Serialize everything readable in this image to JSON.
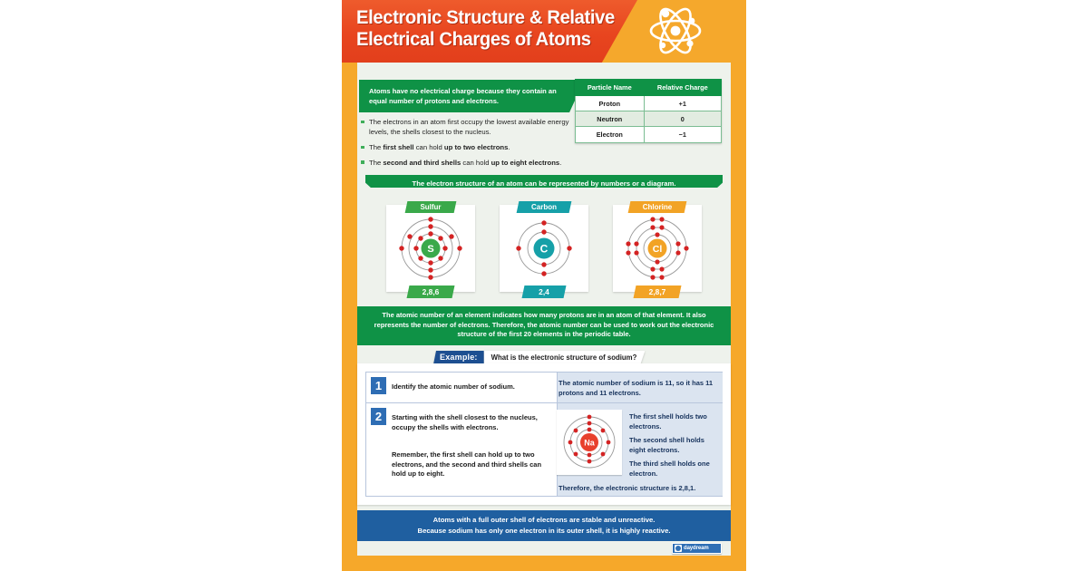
{
  "header": {
    "title_line1": "Electronic Structure & Relative",
    "title_line2": "Electrical Charges of Atoms",
    "icon": "atom-icon"
  },
  "intro": {
    "callout": "Atoms have no electrical charge because they contain an equal number of protons and electrons.",
    "bullets": [
      {
        "pre": "The electrons in an atom first occupy the lowest available energy levels, the shells closest to the nucleus.",
        "bold": "",
        "post": ""
      },
      {
        "pre": "The ",
        "bold": "first shell",
        "mid": " can hold ",
        "bold2": "up to two electrons",
        "post": "."
      },
      {
        "pre": "The ",
        "bold": "second and third shells",
        "mid": " can hold ",
        "bold2": "up to eight electrons",
        "post": "."
      }
    ]
  },
  "table": {
    "headers": [
      "Particle Name",
      "Relative Charge"
    ],
    "rows": [
      [
        "Proton",
        "+1"
      ],
      [
        "Neutron",
        "0"
      ],
      [
        "Electron",
        "−1"
      ]
    ]
  },
  "strip": {
    "text": "The electron structure of an atom can be represented by numbers or a diagram."
  },
  "elements": [
    {
      "name": "Sulfur",
      "symbol": "S",
      "config": "2,8,6",
      "color": "#3aa94a",
      "shells": [
        2,
        8,
        6
      ]
    },
    {
      "name": "Carbon",
      "symbol": "C",
      "config": "2,4",
      "color": "#16a0a8",
      "shells": [
        2,
        4
      ]
    },
    {
      "name": "Chlorine",
      "symbol": "Cl",
      "config": "2,8,7",
      "color": "#f2a325",
      "shells": [
        2,
        8,
        7
      ]
    }
  ],
  "green_paragraph": "The atomic number of an element indicates how many protons are in an atom of that element. It also represents the number of electrons. Therefore, the atomic number can be used to work out the electronic structure of the first 20 elements in the periodic table.",
  "example": {
    "label": "Example:",
    "question": "What is the electronic structure of sodium?",
    "step1": {
      "number": "1",
      "instruction": "Identify the atomic number of sodium.",
      "answer": "The atomic number of sodium is 11, so it has 11 protons and 11 electrons."
    },
    "step2": {
      "number": "2",
      "instruction": "Starting with the shell closest to the nucleus, occupy the shells with electrons.",
      "remember": "Remember, the first shell can hold up to two electrons, and the second and third shells can hold up to eight.",
      "facts": [
        "The first shell holds two electrons.",
        "The second shell holds eight electrons.",
        "The third shell holds one electron."
      ],
      "conclusion": "Therefore, the electronic structure is 2,8,1.",
      "diagram": {
        "symbol": "Na",
        "color": "#e8402c",
        "shells": [
          2,
          8,
          1
        ]
      }
    }
  },
  "bottom_banner": {
    "line1": "Atoms with a full outer shell of electrons are stable and unreactive.",
    "line2": "Because sodium has only one electron in its outer shell, it is highly reactive."
  },
  "logo": {
    "text": "daydream",
    "icon": "daydream-logo-icon"
  },
  "colors": {
    "page_border": "#f6a82a",
    "banner_red": "#e8451f",
    "green": "#0f9246",
    "blue": "#1f5fa0",
    "electron": "#d42323"
  }
}
